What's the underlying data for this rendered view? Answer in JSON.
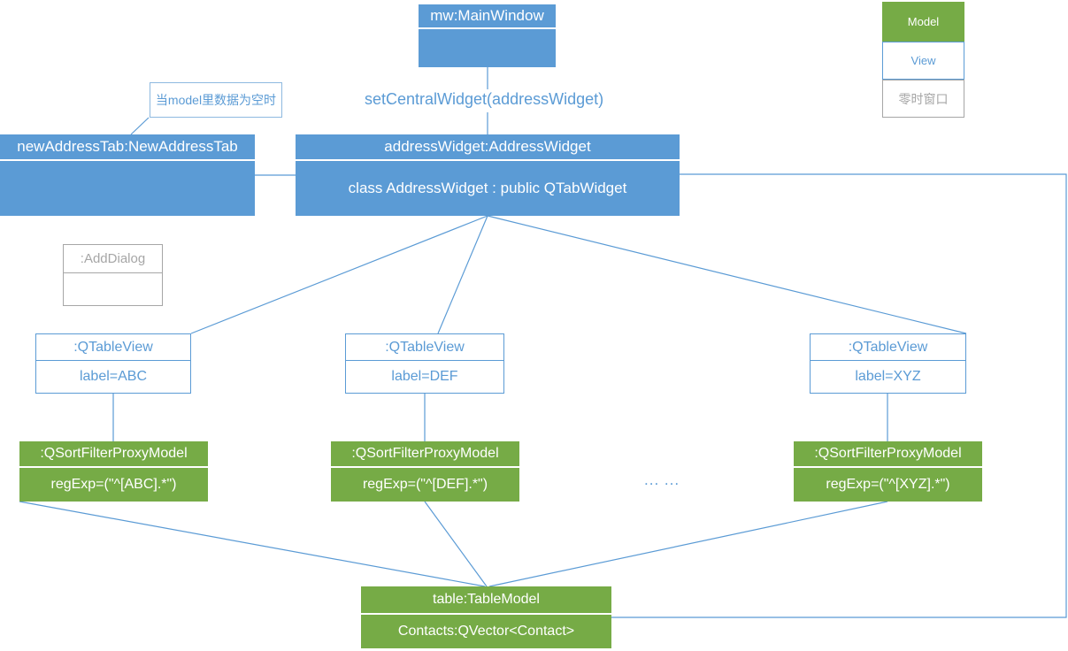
{
  "diagram": {
    "title": "Qt Address Book model/view object diagram",
    "colors": {
      "view_fill": "#5b9bd5",
      "model_fill": "#76ab46",
      "temp_stroke": "#a6a6a6",
      "edge": "#5b9bd5"
    }
  },
  "legend": {
    "rows": [
      {
        "label": "Model",
        "style": "model"
      },
      {
        "label": "View",
        "style": "view"
      },
      {
        "label": "零时窗口",
        "style": "temp"
      }
    ]
  },
  "notes": {
    "empty_model": "当model里数据为空时"
  },
  "labels": {
    "set_central_widget": "setCentralWidget(addressWidget)",
    "ellipsis": "... ..."
  },
  "nodes": {
    "main_window": {
      "head": "mw:MainWindow",
      "body": ""
    },
    "new_address_tab": {
      "head": "newAddressTab:NewAddressTab",
      "body": ""
    },
    "address_widget": {
      "head": "addressWidget:AddressWidget",
      "body": "class AddressWidget : public QTabWidget"
    },
    "add_dialog": {
      "head": ":AddDialog",
      "body": ""
    },
    "table_views": [
      {
        "head": ":QTableView",
        "body": "label=ABC"
      },
      {
        "head": ":QTableView",
        "body": "label=DEF"
      },
      {
        "head": ":QTableView",
        "body": "label=XYZ"
      }
    ],
    "proxy_models": [
      {
        "head": ":QSortFilterProxyModel",
        "body": "regExp=(\"^[ABC].*\")"
      },
      {
        "head": ":QSortFilterProxyModel",
        "body": "regExp=(\"^[DEF].*\")"
      },
      {
        "head": ":QSortFilterProxyModel",
        "body": "regExp=(\"^[XYZ].*\")"
      }
    ],
    "table_model": {
      "head": "table:TableModel",
      "body": "Contacts:QVector<Contact>"
    }
  }
}
